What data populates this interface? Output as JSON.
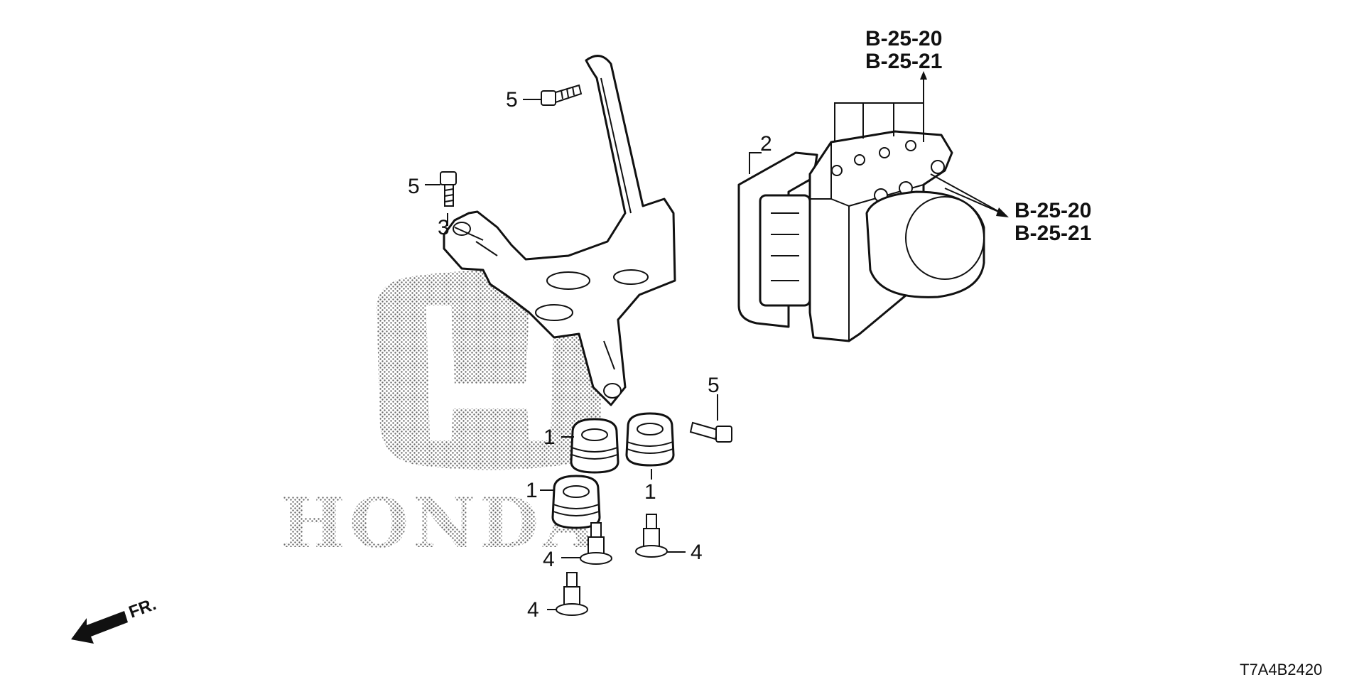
{
  "watermark": {
    "logo_icon": "honda-h-logo",
    "brand_text": "HONDA"
  },
  "callouts": {
    "bolt_top": "5",
    "bolt_upper_left": "5",
    "bolt_right": "5",
    "bracket": "3",
    "modulator": "2",
    "grommet_a": "1",
    "grommet_b": "1",
    "grommet_c": "1",
    "collar_a": "4",
    "collar_b": "4",
    "collar_c": "4"
  },
  "references": {
    "top_line1": "B-25-20",
    "top_line2": "B-25-21",
    "side_line1": "B-25-20",
    "side_line2": "B-25-21"
  },
  "direction": {
    "label": "FR.",
    "icon": "front-direction-arrow-icon"
  },
  "diagram_code": "T7A4B2420"
}
